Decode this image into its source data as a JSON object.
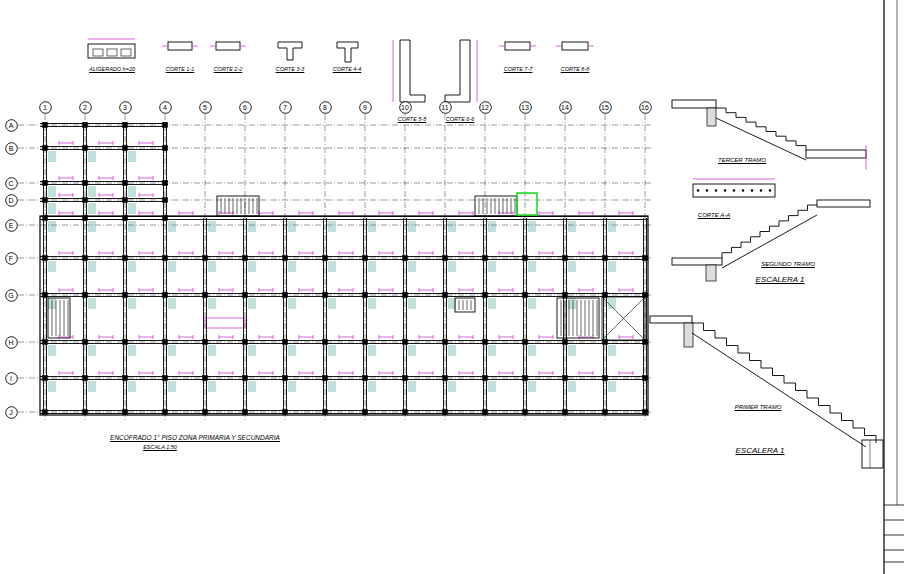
{
  "diagram": {
    "nodes": [
      {
        "text": [
          "1"
        ]
      },
      {
        "text": [
          "2"
        ]
      },
      {
        "text": [
          "3"
        ]
      },
      {
        "text": [
          "4"
        ]
      },
      {
        "text": [
          "5"
        ]
      },
      {
        "text": [
          "6"
        ]
      },
      {
        "text": [
          "7"
        ]
      },
      {
        "text": [
          "8"
        ]
      },
      {
        "text": [
          "9"
        ]
      },
      {
        "text": [
          "10"
        ]
      },
      {
        "text": [
          "11"
        ]
      },
      {
        "text": [
          "12"
        ]
      },
      {
        "text": [
          "13"
        ]
      },
      {
        "text": [
          "14"
        ]
      },
      {
        "text": [
          "15"
        ]
      },
      {
        "text": [
          "16"
        ]
      },
      {
        "text": [
          "A"
        ]
      },
      {
        "text": [
          "B"
        ]
      },
      {
        "text": [
          "C"
        ]
      },
      {
        "text": [
          "D"
        ]
      },
      {
        "text": [
          "E"
        ]
      },
      {
        "text": [
          "F"
        ]
      },
      {
        "text": [
          "G"
        ]
      },
      {
        "text": [
          "H"
        ]
      },
      {
        "text": [
          "I"
        ]
      },
      {
        "text": [
          "J"
        ]
      }
    ],
    "labels": [
      "ALIGERADO h=20",
      "CORTE 1-1",
      "CORTE 2-2",
      "CORTE 3-3",
      "CORTE 4-4",
      "CORTE 5-5",
      "CORTE 6-6",
      "CORTE 7-7",
      "CORTE 8-8",
      "ENCOFRADO 1° PISO ZONA PRIMARIA Y SECUNDARIA",
      "ESCALA 1:50",
      "TERCER TRAMO",
      "CORTE A-A",
      "SEGUNDO TRAMO",
      "ESCALERA 1",
      "PRIMER TRAMO",
      "ESCALERA 1"
    ]
  }
}
